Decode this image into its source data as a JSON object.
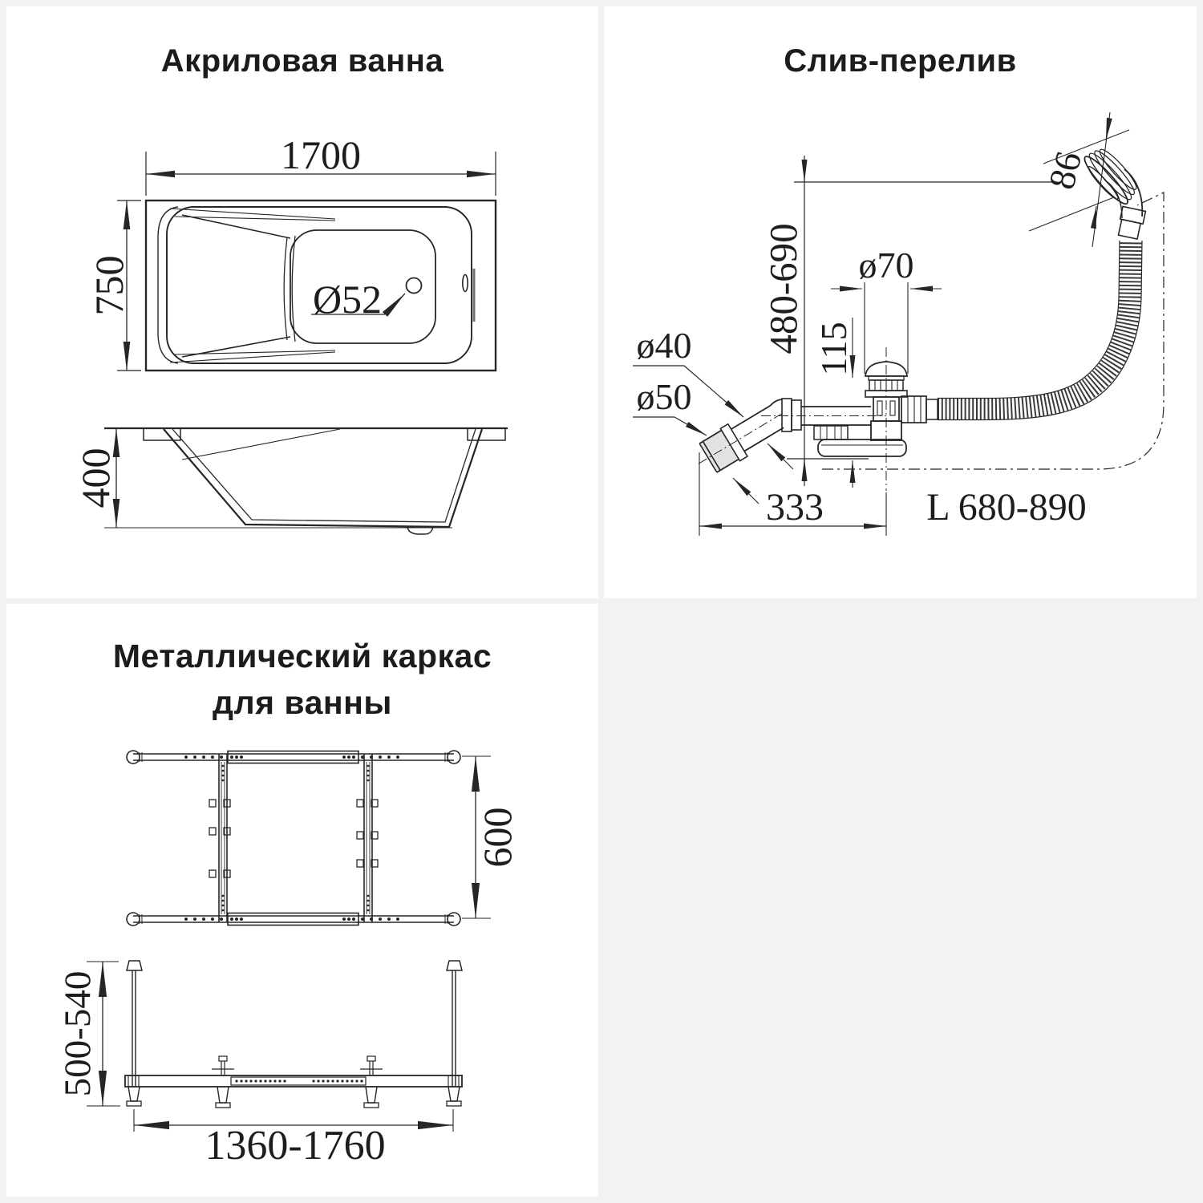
{
  "colors": {
    "background": "#f2f2f2",
    "panel": "#ffffff",
    "line": "#262626",
    "text": "#1a1a1a"
  },
  "panels": {
    "bathtub": {
      "title": "Акриловая ванна",
      "dims": {
        "length": "1700",
        "width": "750",
        "height": "400",
        "drain_hole": "Ø52"
      }
    },
    "drain_overflow": {
      "title": "Слив-перелив",
      "dims": {
        "overflow_head": "86",
        "install_height": "480-690",
        "drain_flange": "ø70",
        "drain_body_height": "115",
        "outlet_pipe": "ø40",
        "outlet_sleeve": "ø50",
        "horizontal_offset": "333",
        "hose_length": "L 680-890"
      }
    },
    "frame": {
      "title_line1": "Металлический каркас",
      "title_line2": "для ванны",
      "dims": {
        "width": "600",
        "height_range": "500-540",
        "length_range": "1360-1760"
      }
    }
  }
}
